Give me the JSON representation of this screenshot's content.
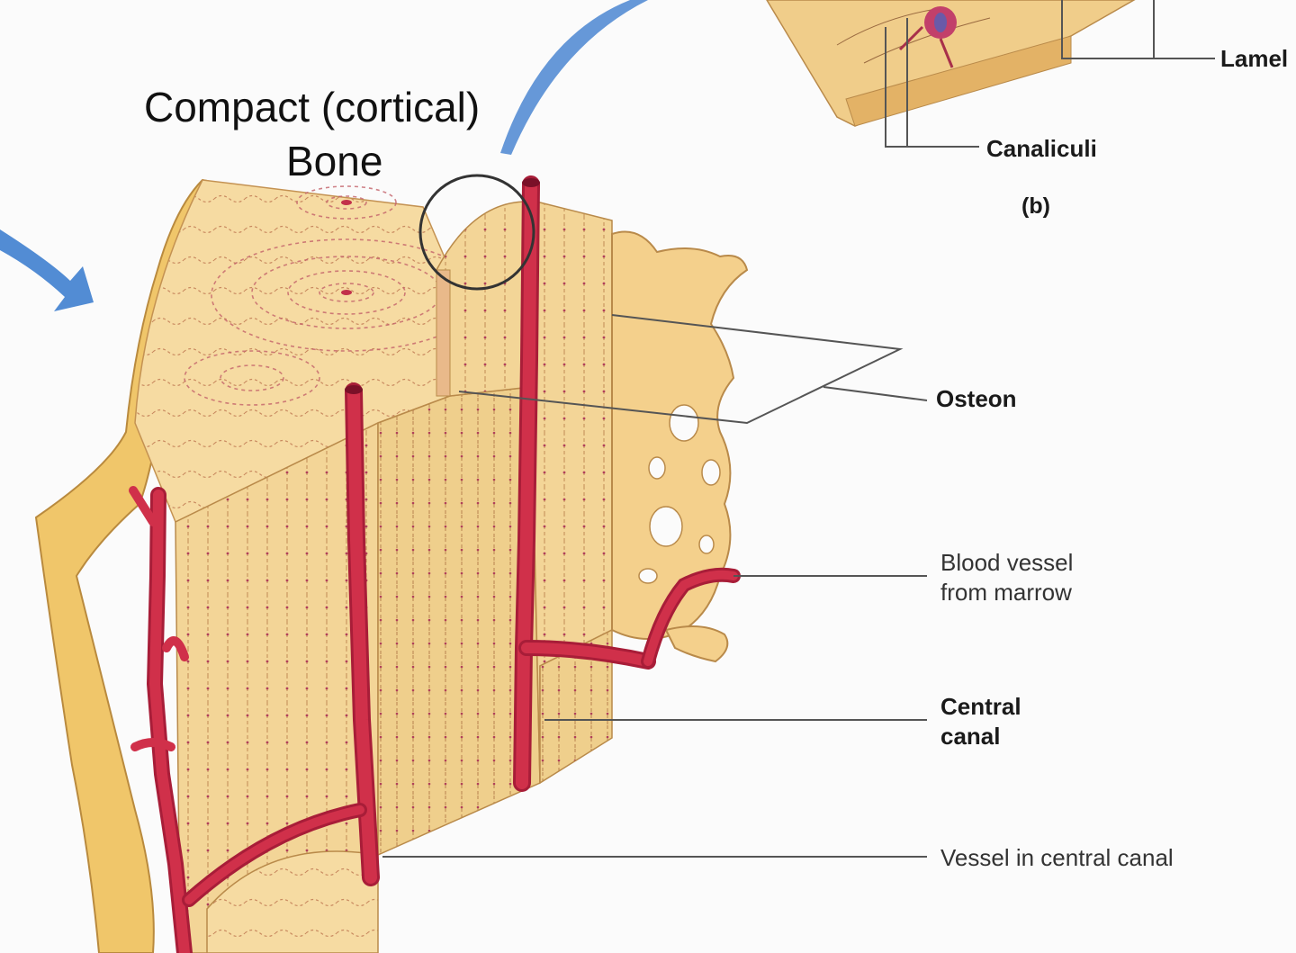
{
  "title": {
    "line1": "Compact (cortical)",
    "line2": "Bone"
  },
  "labels": {
    "osteon": "Osteon",
    "blood_vessel_line1": "Blood vessel",
    "blood_vessel_line2": "from marrow",
    "central_canal_line1": "Central",
    "central_canal_line2": "canal",
    "vessel_in_central_canal": "Vessel in central canal",
    "lamellae_partial": "Lamel",
    "canaliculi": "Canaliculi",
    "panel_b": "(b)"
  },
  "colors": {
    "bone_light": "#f6dba2",
    "bone_mid": "#efca82",
    "bone_dark": "#d9aa5a",
    "vessel_red": "#d0304a",
    "arrow_blue": "#3f7fcf",
    "leader_line": "#555555"
  }
}
